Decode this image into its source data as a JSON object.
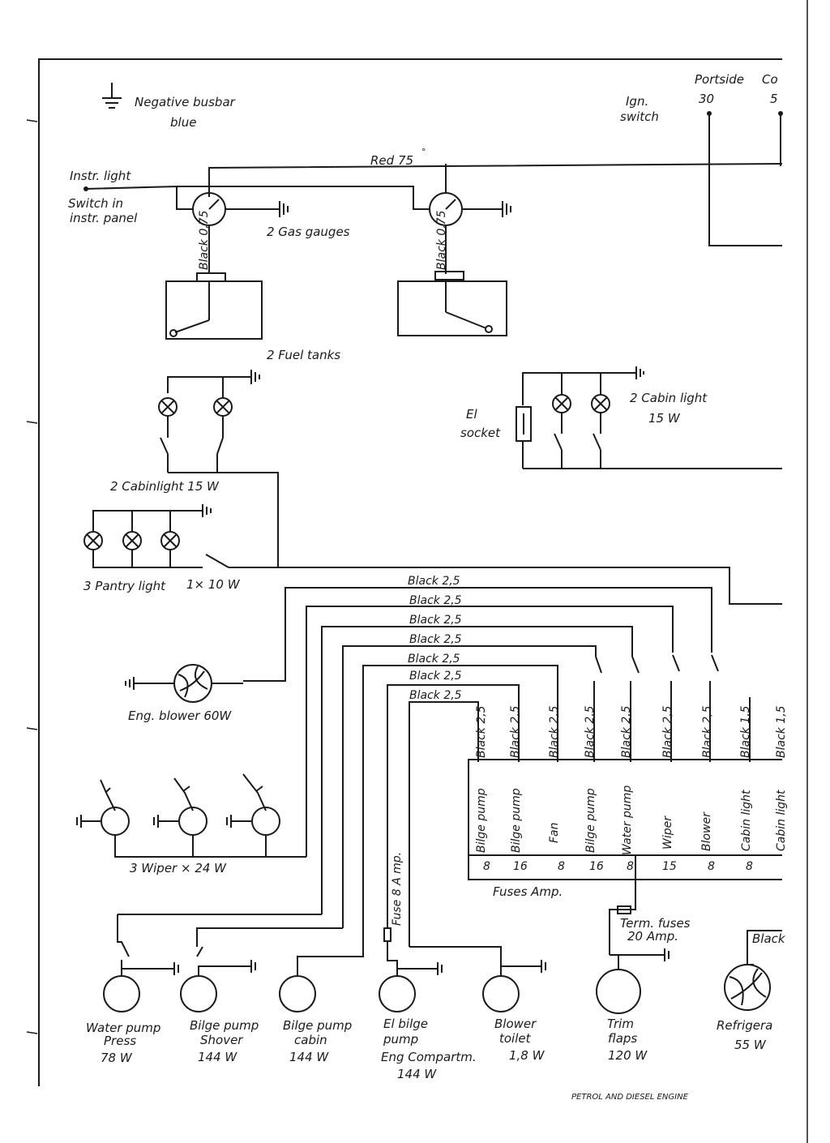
{
  "labels": {
    "negative_busbar": "Negative busbar",
    "busbar_color": "blue",
    "ign": "Ign.",
    "switch": "switch",
    "portside": "Portside",
    "portside_cut": "Co",
    "terminal_30": "30",
    "terminal_5": "5",
    "red_wire": "Red 75",
    "instr_light": "Instr. light",
    "switch_in": "Switch in",
    "instr_panel": "instr. panel",
    "gas_gauges": "2 Gas gauges",
    "black_075": "Black 0,75",
    "fuel_tanks": "2 Fuel tanks",
    "el": "El",
    "socket": "socket",
    "cabin_light_2": "2 Cabin light",
    "watt_15": "15 W",
    "cabinlight_15": "2 Cabinlight 15 W",
    "pantry": "3 Pantry light",
    "pantry_watt": "1× 10 W",
    "black_25": "Black 2,5",
    "black_15": "Black 1,5",
    "eng_blower": "Eng. blower 60W",
    "wiper": "3 Wiper × 24 W",
    "fuse_8": "Fuse 8 A mp.",
    "fuses_amp": "Fuses Amp.",
    "term_fuses": "Term. fuses",
    "amp_20": "20 Amp.",
    "black_short": "Black",
    "bottom_cut": "PETROL AND DIESEL ENGINE"
  },
  "fuse_panel": [
    {
      "wire": "Black 2,5",
      "consumer": "Bilge pump",
      "amp": "8"
    },
    {
      "wire": "Black 2,5",
      "consumer": "Bilge pump",
      "amp": "16"
    },
    {
      "wire": "Black 2,5",
      "consumer": "Fan",
      "amp": "8"
    },
    {
      "wire": "Black 2,5",
      "consumer": "Bilge pump",
      "amp": "16"
    },
    {
      "wire": "Black 2,5",
      "consumer": "Water pump",
      "amp": "8"
    },
    {
      "wire": "Black 2,5",
      "consumer": "Wiper",
      "amp": "15"
    },
    {
      "wire": "Black 2,5",
      "consumer": "Blower",
      "amp": "8"
    },
    {
      "wire": "Black 1,5",
      "consumer": "Cabin light",
      "amp": "8"
    },
    {
      "wire": "Black 1,5",
      "consumer": "Cabin light",
      "amp": ""
    }
  ],
  "consumers": [
    {
      "l1": "Water pump",
      "l2": "Press",
      "l3": "78 W"
    },
    {
      "l1": "Bilge pump",
      "l2": "Shover",
      "l3": "144 W"
    },
    {
      "l1": "Bilge pump",
      "l2": "cabin",
      "l3": "144 W"
    },
    {
      "l1": "El bilge",
      "l2": "pump",
      "l3": "Eng Compartm.",
      "l4": "144 W"
    },
    {
      "l1": "Blower",
      "l2": "toilet",
      "l3": "1,8 W"
    },
    {
      "l1": "Trim",
      "l2": "flaps",
      "l3": "120 W"
    },
    {
      "l1": "Refrigera",
      "l2": "55 W"
    }
  ]
}
